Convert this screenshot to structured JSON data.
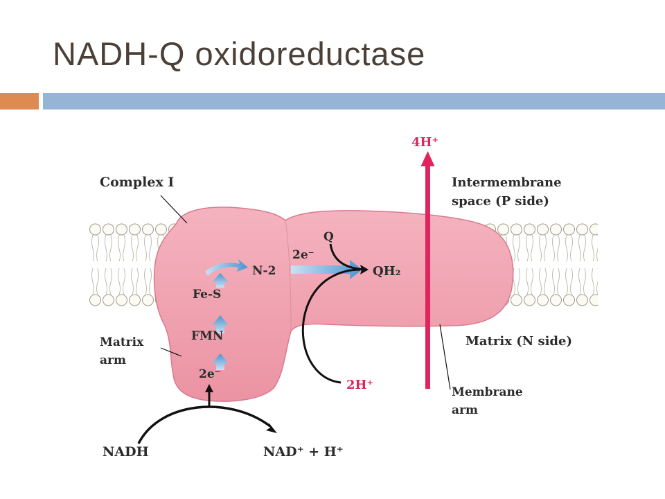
{
  "slide": {
    "title": "NADH-Q oxidoreductase"
  },
  "colors": {
    "accent_orange": "#de8b53",
    "accent_blue": "#96b5d6",
    "complex_pink": "#f0a3b0",
    "proton_red": "#e0245e",
    "electron_blue": "#5a9fd4"
  },
  "diagram": {
    "complex_label": "Complex I",
    "ims_label_1": "Intermembrane",
    "ims_label_2": "space (P side)",
    "matrix_arm_label_1": "Matrix",
    "matrix_arm_label_2": "arm",
    "matrix_side_label": "Matrix (N side)",
    "membrane_arm_label_1": "Membrane",
    "membrane_arm_label_2": "arm",
    "fe_s": "Fe-S",
    "fmn": "FMN",
    "n2": "N-2",
    "two_e_lower": "2e⁻",
    "two_e_upper": "2e⁻",
    "q": "Q",
    "qh2": "QH₂",
    "nadh": "NADH",
    "nad_plus": "NAD⁺ + H⁺",
    "four_h": "4H⁺",
    "two_h": "2H⁺"
  }
}
